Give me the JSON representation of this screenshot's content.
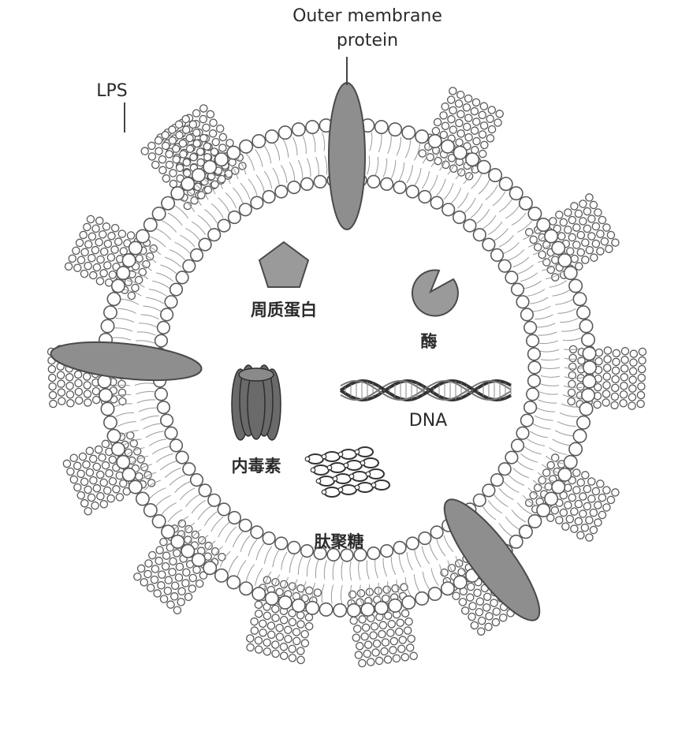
{
  "labels": {
    "outer_membrane_protein": [
      "Outer membrane",
      "protein"
    ],
    "lps": "LPS",
    "periplasmic_protein": "周质蛋白",
    "enzyme": "酶",
    "dna": "DNA",
    "endotoxin": "内毒素",
    "peptidoglycan": "肽聚糖"
  },
  "colors": {
    "protein_fill": "#8e8e8e",
    "protein_stroke": "#4a4a4a",
    "bead_fill": "#ffffff",
    "bead_stroke": "#5a5a5a",
    "lipid_tail": "#9a9a9a",
    "label": "#2b2b2b"
  },
  "icons": {
    "periplasmic_protein": "pentagon",
    "enzyme": "pac-man-circle",
    "endotoxin": "barrel-cluster",
    "peptidoglycan": "lattice-mesh",
    "dna": "double-helix"
  }
}
